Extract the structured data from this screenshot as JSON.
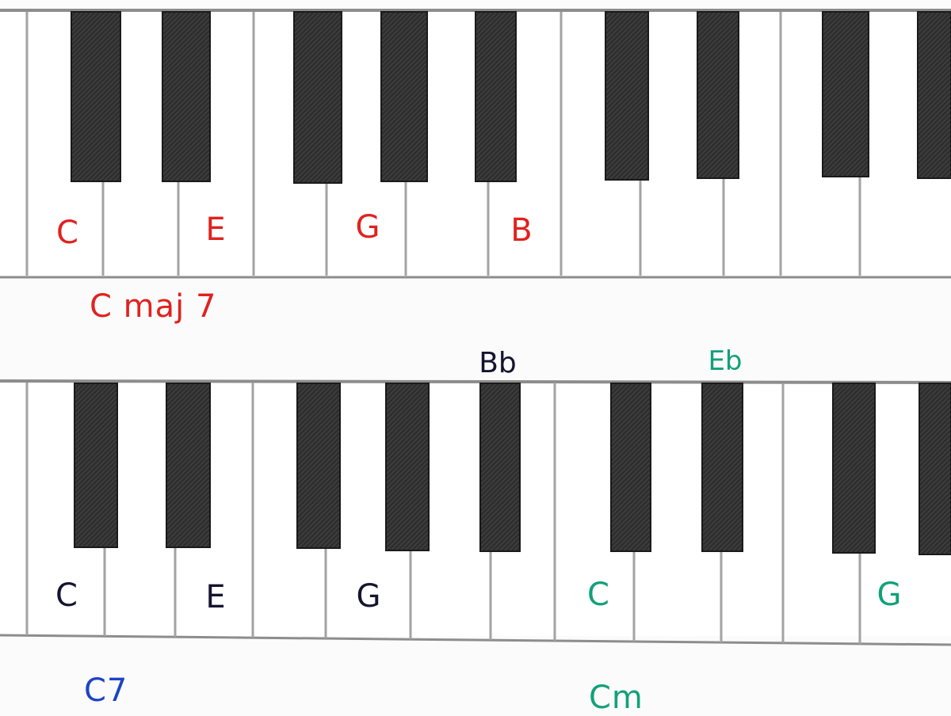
{
  "colors": {
    "paper": "#fbfbfb",
    "white_key": "#ffffff",
    "key_line": "#9a9a9a",
    "black_key": "#2c2c2c",
    "black_key_edge": "#1a1a1a",
    "red": "#e0221f",
    "blue": "#1d43c4",
    "green": "#12a07a",
    "ink": "#151430"
  },
  "top_keyboard": {
    "notes": [
      {
        "text": "C",
        "color": "red"
      },
      {
        "text": "E",
        "color": "red"
      },
      {
        "text": "G",
        "color": "red"
      },
      {
        "text": "B",
        "color": "red"
      }
    ],
    "chord": {
      "text": "C maj 7",
      "color": "red"
    }
  },
  "bottom_keyboard": {
    "above_notes": [
      {
        "text": "Bb",
        "color": "ink"
      },
      {
        "text": "Eb",
        "color": "green"
      }
    ],
    "notes": [
      {
        "text": "C",
        "color": "ink"
      },
      {
        "text": "E",
        "color": "ink"
      },
      {
        "text": "G",
        "color": "ink"
      },
      {
        "text": "C",
        "color": "green"
      },
      {
        "text": "G",
        "color": "green"
      }
    ],
    "chords": [
      {
        "text": "C7",
        "color": "blue"
      },
      {
        "text": "Cm",
        "color": "green"
      }
    ]
  }
}
